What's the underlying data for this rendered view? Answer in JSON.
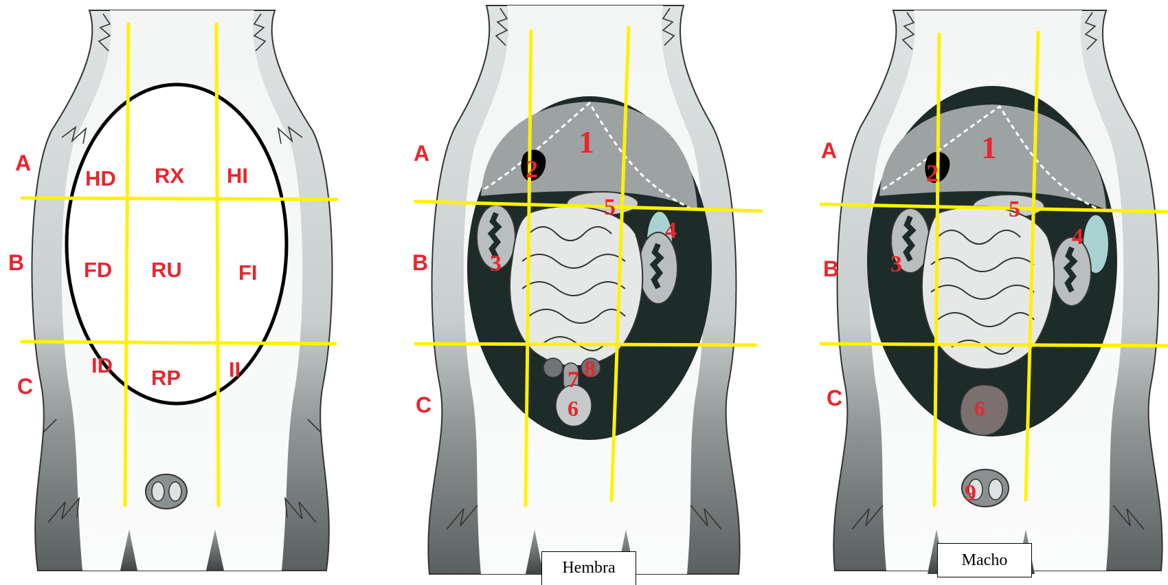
{
  "panels": {
    "regions": {
      "rows": [
        "A",
        "B",
        "C"
      ],
      "cells": [
        "HD",
        "RX",
        "HI",
        "FD",
        "RU",
        "FI",
        "ID",
        "RP",
        "II"
      ]
    },
    "female": {
      "rows": [
        "A",
        "B",
        "C"
      ],
      "organs": [
        "1",
        "2",
        "3",
        "4",
        "5",
        "6",
        "7",
        "8"
      ],
      "caption": "Hembra"
    },
    "male": {
      "rows": [
        "A",
        "B",
        "C"
      ],
      "organs": [
        "1",
        "2",
        "3",
        "4",
        "5",
        "6",
        "9"
      ],
      "caption": "Macho"
    }
  },
  "colors": {
    "label": "#e8262d",
    "grid_line": "#fff200",
    "cavity": "#1d2b29",
    "skin": "#d9dede"
  }
}
